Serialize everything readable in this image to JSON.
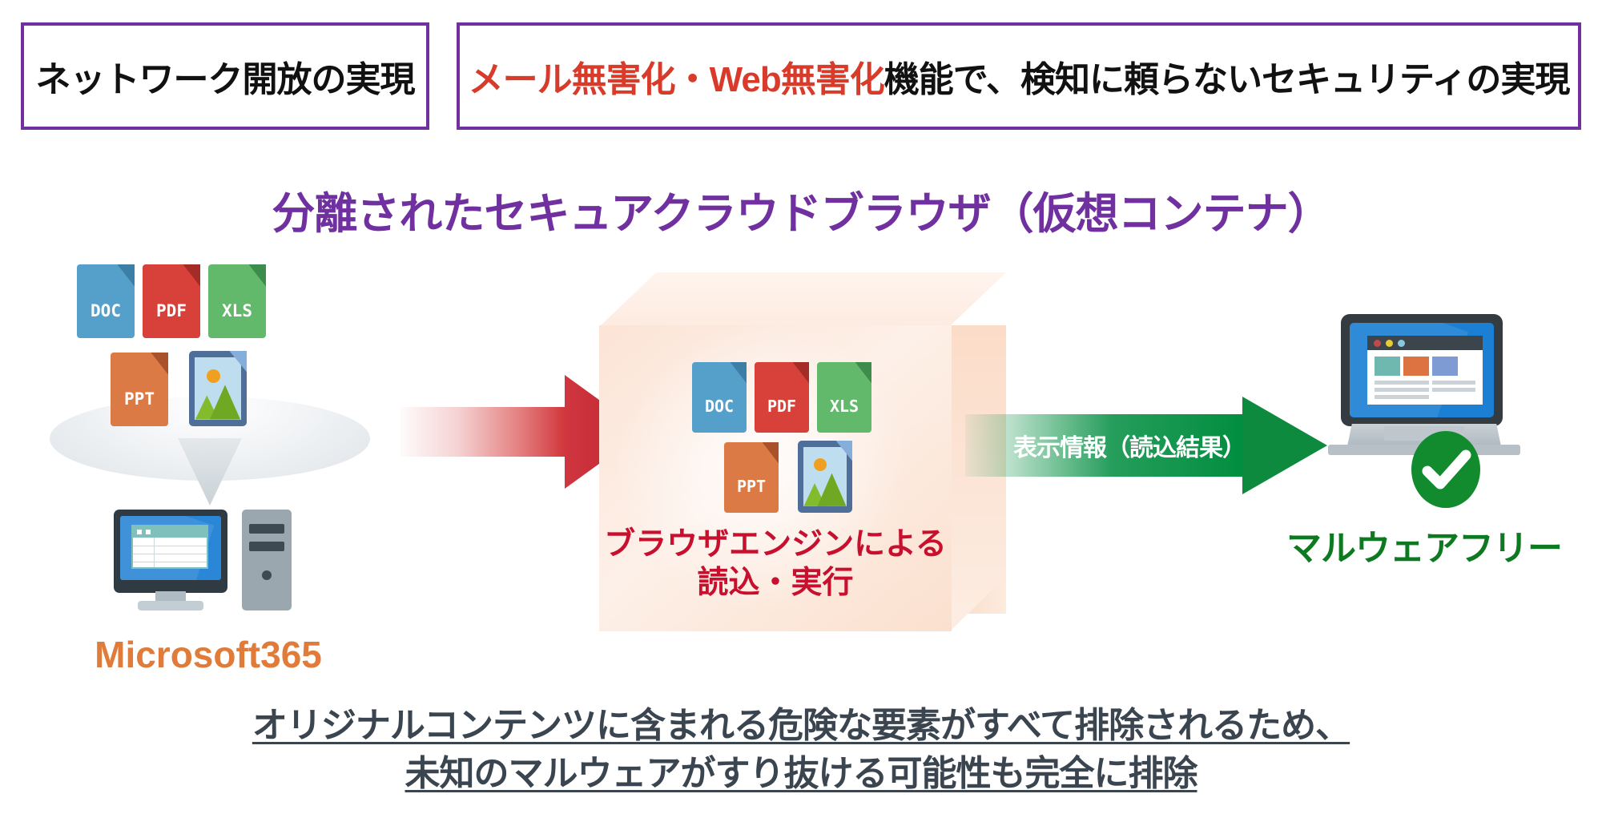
{
  "header": {
    "left_box": {
      "label": "ネットワーク開放の実現"
    },
    "right_box": {
      "emphasis": "メール無害化・Web無害化",
      "rest": "機能で、検知に頼らないセキュリティの実現"
    },
    "border_color": "#7030A0",
    "emphasis_color": "#D93B2B"
  },
  "main_title": {
    "text": "分離されたセキュアクラウドブラウザ（仮想コンテナ）",
    "color": "#7030A0"
  },
  "left_group": {
    "label": "Microsoft365",
    "label_color": "#E07B39",
    "file_icons": [
      {
        "name": "doc",
        "label": "DOC",
        "color": "#55A0CB",
        "fold": "#3C7EA5"
      },
      {
        "name": "pdf",
        "label": "PDF",
        "color": "#D8403A",
        "fold": "#A52B27"
      },
      {
        "name": "xls",
        "label": "XLS",
        "color": "#62B96C",
        "fold": "#3E8C4B"
      },
      {
        "name": "ppt",
        "label": "PPT",
        "color": "#DC7A45",
        "fold": "#A9512A"
      }
    ],
    "image_icon": {
      "name": "image-file",
      "frame": "#4F6E99"
    },
    "device": {
      "name": "desktop-pc-and-tower"
    },
    "funnel": {
      "name": "funnel-shape"
    }
  },
  "red_arrow": {
    "name": "ingest-arrow",
    "color": "#C2242E",
    "label": ""
  },
  "cube": {
    "caption_line1": "ブラウザエンジンによる",
    "caption_line2": "読込・実行",
    "caption_color": "#C8102E",
    "face_color": "#FCE4D6",
    "file_icons": [
      {
        "name": "doc",
        "label": "DOC",
        "color": "#55A0CB",
        "fold": "#3C7EA5"
      },
      {
        "name": "pdf",
        "label": "PDF",
        "color": "#D8403A",
        "fold": "#A52B27"
      },
      {
        "name": "xls",
        "label": "XLS",
        "color": "#62B96C",
        "fold": "#3E8C4B"
      },
      {
        "name": "ppt",
        "label": "PPT",
        "color": "#DC7A45",
        "fold": "#A9512A"
      }
    ]
  },
  "green_arrow": {
    "name": "render-result-arrow",
    "label": "表示情報（読込結果）",
    "color": "#0D8A3E"
  },
  "right_group": {
    "label": "マルウェアフリー",
    "label_color": "#0D7A22",
    "laptop": {
      "name": "laptop-browser"
    },
    "check_badge": {
      "name": "check-circle",
      "color": "#128A2E"
    },
    "browser_dots": [
      "#C0494C",
      "#E8CC35",
      "#8CC8DD"
    ],
    "browser_cards": [
      "#6FB8B0",
      "#DD7340",
      "#7E9BD4"
    ]
  },
  "bottom_text": {
    "line1": "オリジナルコンテンツに含まれる危険な要素がすべて排除されるため、",
    "line2": "未知のマルウェアがすり抜ける可能性も完全に排除",
    "color": "#3A4550"
  }
}
